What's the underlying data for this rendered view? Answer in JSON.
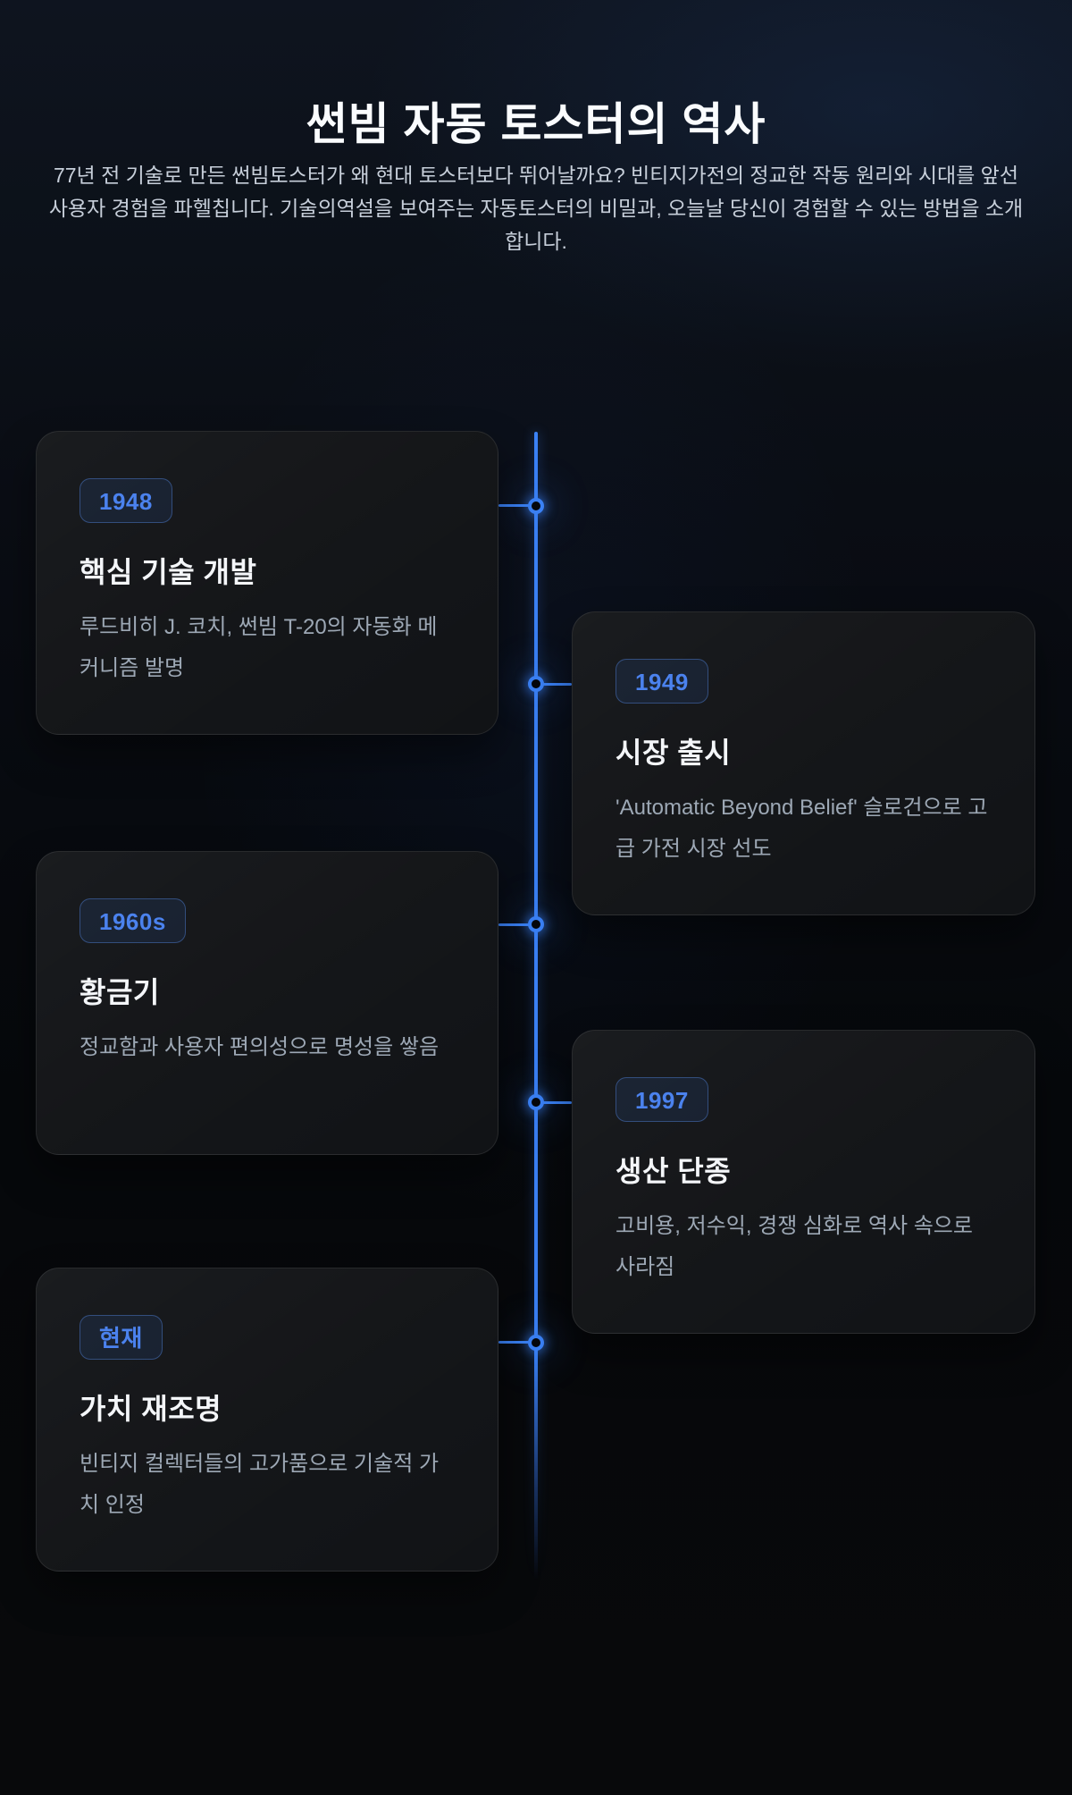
{
  "page": {
    "title": "썬빔 자동 토스터의 역사",
    "subtitle": "77년 전 기술로 만든 썬빔토스터가 왜 현대 토스터보다 뛰어날까요? 빈티지가전의 정교한 작동 원리와 시대를 앞선 사용자 경험을 파헬칩니다. 기술의역설을 보여주는 자동토스터의 비밀과, 오늘날 당신이 경험할 수 있는 방법을 소개합니다."
  },
  "colors": {
    "accent": "#3b82f6",
    "badge_text": "#4b82ee",
    "card_background": "#14171c",
    "page_background_top": "#0e141f",
    "page_background_bottom": "#08090b",
    "title_text": "#fafcfe",
    "body_text": "#9da8b5"
  },
  "timeline": {
    "orientation": "vertical-alternating",
    "items": [
      {
        "badge": "1948",
        "title": "핵심 기술 개발",
        "description": "루드비히 J. 코치, 썬빔 T-20의 자동화 메커니즘 발명",
        "side": "left"
      },
      {
        "badge": "1949",
        "title": "시장 출시",
        "description": "'Automatic Beyond Belief' 슬로건으로 고급 가전 시장 선도",
        "side": "right"
      },
      {
        "badge": "1960s",
        "title": "황금기",
        "description": "정교함과 사용자 편의성으로 명성을 쌓음",
        "side": "left"
      },
      {
        "badge": "1997",
        "title": "생산 단종",
        "description": "고비용, 저수익, 경쟁 심화로 역사 속으로 사라짐",
        "side": "right"
      },
      {
        "badge": "현재",
        "title": "가치 재조명",
        "description": "빈티지 컬렉터들의 고가품으로 기술적 가치 인정",
        "side": "left"
      }
    ]
  }
}
